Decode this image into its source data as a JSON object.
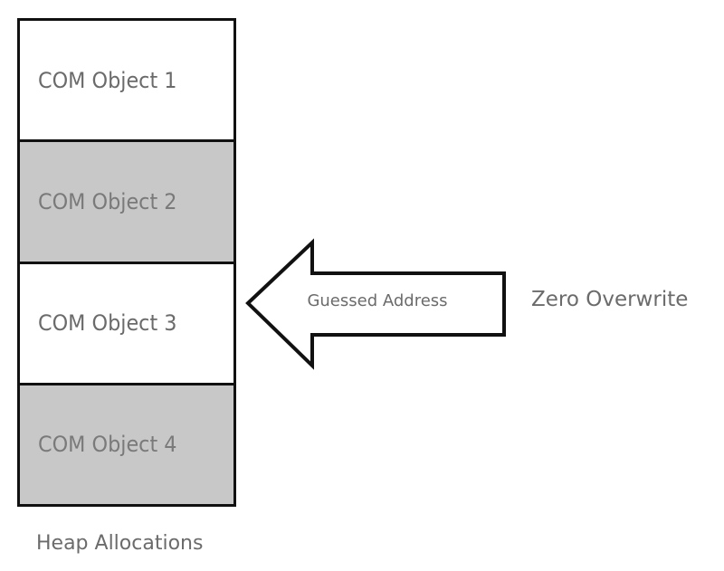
{
  "heap": {
    "blocks": [
      {
        "label": "COM Object 1",
        "fill": "#ffffff",
        "text_color": "#6b6b6b"
      },
      {
        "label": "COM Object 2",
        "fill": "#c8c8c8",
        "text_color": "#7a7a7a"
      },
      {
        "label": "COM Object 3",
        "fill": "#ffffff",
        "text_color": "#6b6b6b"
      },
      {
        "label": "COM Object 4",
        "fill": "#c8c8c8",
        "text_color": "#7a7a7a"
      }
    ],
    "caption": "Heap Allocations"
  },
  "arrow": {
    "label": "Guessed Address",
    "target_block": 3
  },
  "side_label": "Zero Overwrite",
  "colors": {
    "outline": "#111111",
    "text": "#6b6b6b"
  }
}
